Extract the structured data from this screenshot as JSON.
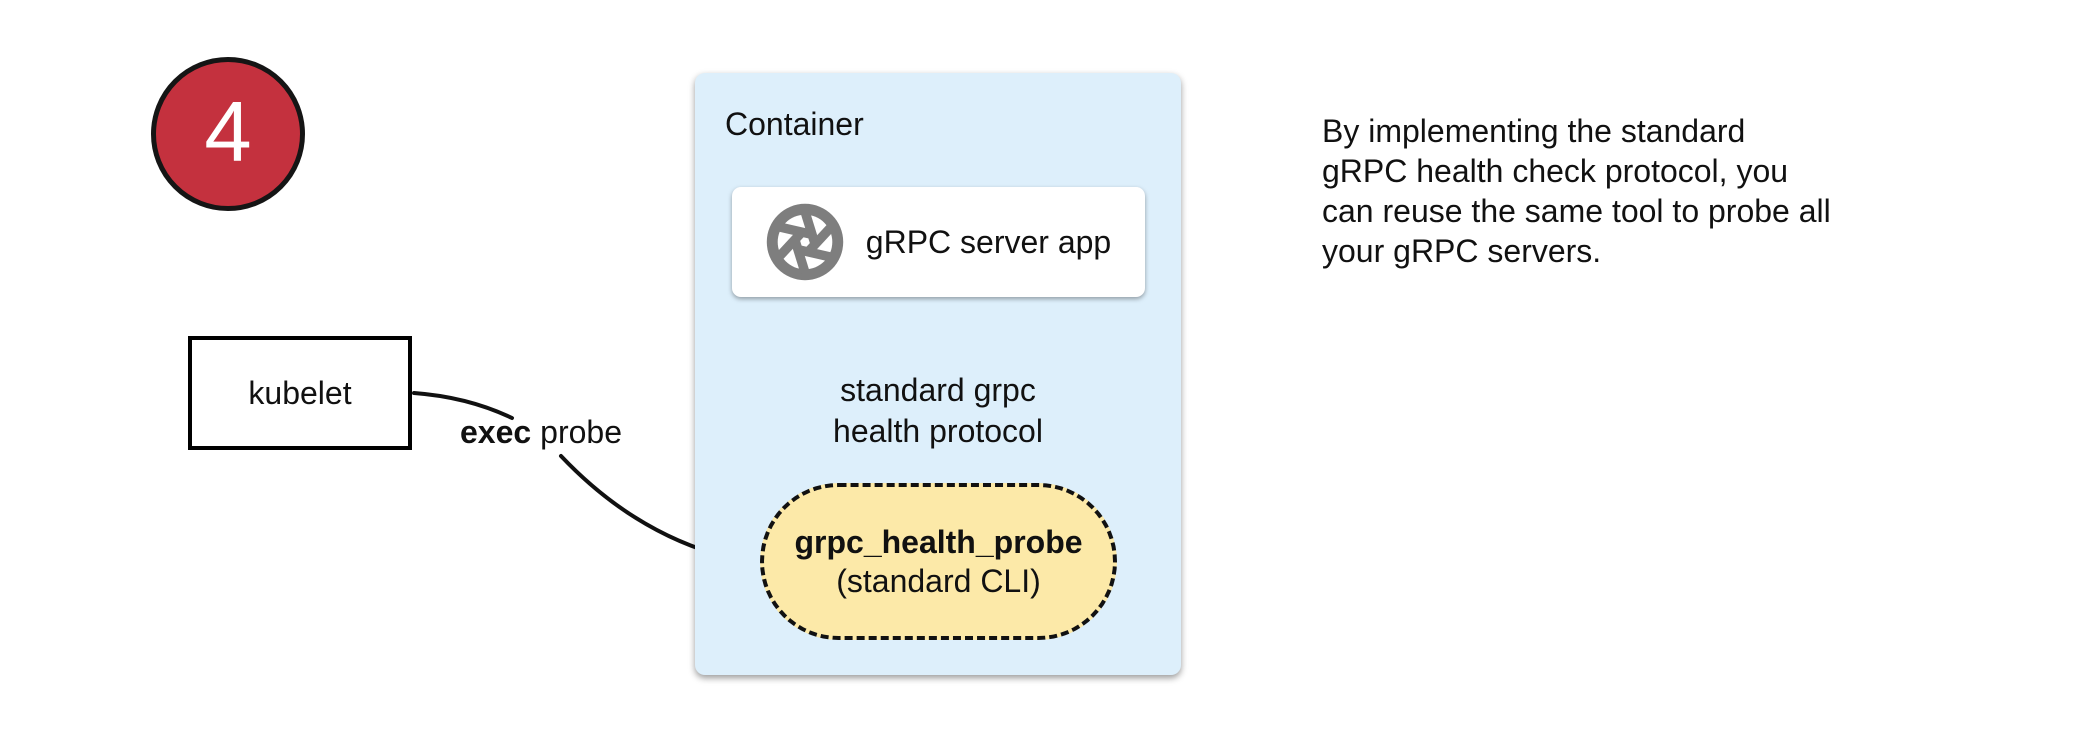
{
  "badge": {
    "number": "4"
  },
  "kubelet_box": {
    "label": "kubelet"
  },
  "container_box": {
    "title": "Container",
    "server_app": {
      "label": "gRPC server app",
      "icon": "aperture-icon"
    },
    "probe": {
      "name": "grpc_health_probe",
      "subtitle": "(standard CLI)"
    }
  },
  "arrows": {
    "exec_probe": {
      "bold": "exec",
      "rest": "probe"
    },
    "health_protocol": {
      "line1": "standard grpc",
      "line2": "health protocol"
    }
  },
  "note": {
    "lines": [
      "By implementing the standard",
      "gRPC health check protocol, you",
      "can reuse the same tool to probe all",
      "your gRPC servers."
    ]
  },
  "colors": {
    "badge_fill": "#c4313e",
    "container_fill": "#ddeffb",
    "probe_fill": "#fce9a8",
    "icon_gray": "#7e7e7e"
  }
}
